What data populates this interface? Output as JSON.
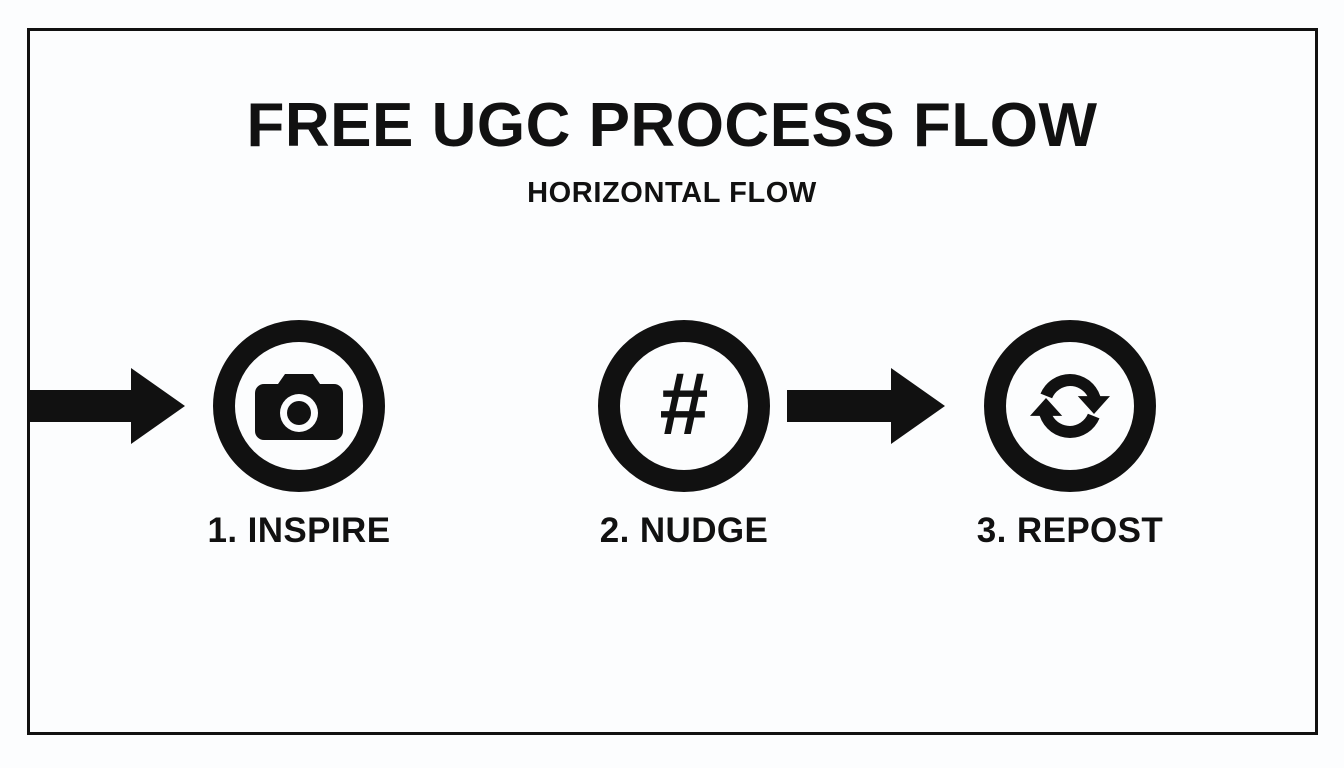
{
  "slide": {
    "title": "FREE UGC PROCESS FLOW",
    "subtitle": "HORIZONTAL FLOW",
    "background_color": "#fcfdfe",
    "accent_color": "#111111",
    "border_color": "#111111"
  },
  "flow": {
    "orientation": "horizontal",
    "steps": [
      {
        "number": "1",
        "label": "1. INSPIRE",
        "icon": "camera-icon"
      },
      {
        "number": "2",
        "label": "2. NUDGE",
        "icon": "hashtag-icon",
        "glyph": "#"
      },
      {
        "number": "3",
        "label": "3. REPOST",
        "icon": "repost-cycle-icon"
      }
    ],
    "connectors": [
      {
        "icon": "arrow-right-icon"
      },
      {
        "icon": "arrow-right-icon"
      }
    ]
  }
}
